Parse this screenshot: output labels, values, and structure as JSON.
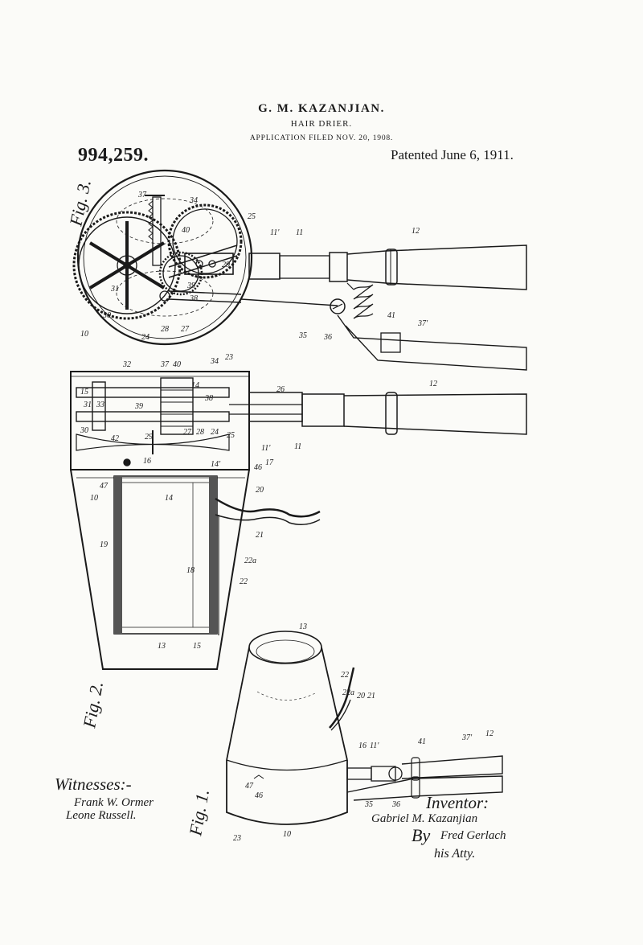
{
  "header": {
    "inventor_name": "G. M. KAZANJIAN.",
    "title": "HAIR DRIER.",
    "application": "APPLICATION FILED NOV. 20, 1908.",
    "patent_number": "994,259.",
    "patented": "Patented June 6, 1911."
  },
  "figures": {
    "fig1": "Fig. 1.",
    "fig2": "Fig. 2.",
    "fig3": "Fig. 3."
  },
  "reference_numerals": {
    "fig3": [
      "12",
      "11",
      "11'",
      "25",
      "34",
      "37",
      "40",
      "29",
      "39",
      "38",
      "31",
      "30",
      "10",
      "24",
      "28",
      "27",
      "35",
      "36",
      "41",
      "37'"
    ],
    "fig2": [
      "32",
      "37",
      "40",
      "34",
      "23",
      "15",
      "31",
      "33",
      "14",
      "38",
      "26",
      "39",
      "30",
      "42",
      "29",
      "27",
      "28",
      "24",
      "25",
      "11",
      "11'",
      "12",
      "16",
      "17",
      "14'",
      "46",
      "47",
      "10",
      "14",
      "20",
      "21",
      "22a",
      "22",
      "19",
      "18",
      "13",
      "15"
    ],
    "fig1": [
      "13",
      "22",
      "22a",
      "20",
      "21",
      "16",
      "11'",
      "41",
      "37'",
      "12",
      "47",
      "46",
      "23",
      "10",
      "35",
      "36"
    ]
  },
  "witnesses": {
    "label": "Witnesses:-",
    "signature_1": "Frank W. Ormer",
    "signature_2": "Leone Russell."
  },
  "inventor": {
    "label": "Inventor:",
    "signature": "Gabriel M. Kazanjian",
    "by": "By",
    "attorney_signature": "Fred Gerlach",
    "attorney_label": "his Atty."
  }
}
